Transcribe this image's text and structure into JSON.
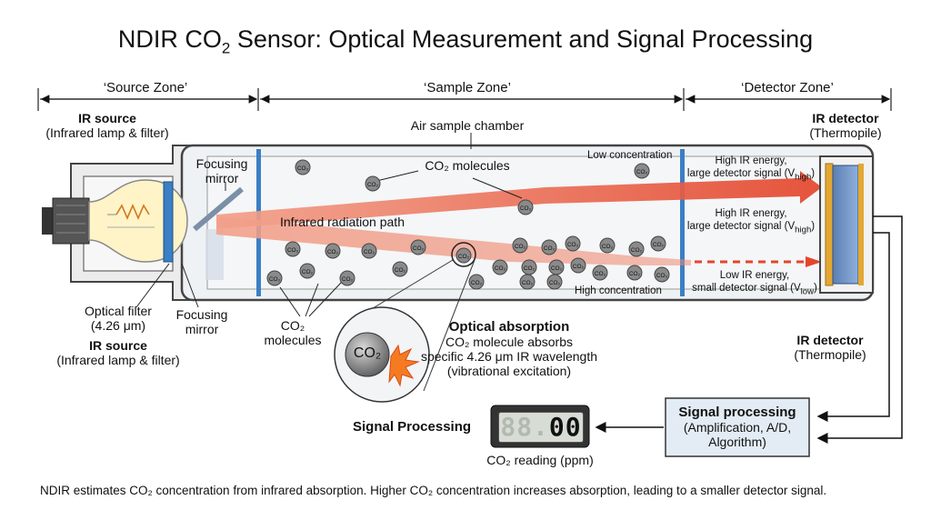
{
  "title_main": "NDIR CO",
  "title_sub": "2",
  "title_rest": " Sensor: Optical Measurement and Signal Processing",
  "zones": {
    "source": "‘Source Zone’",
    "sample": "‘Sample Zone’",
    "detector": "‘Detector Zone’"
  },
  "ir_source_top": {
    "title": "IR source",
    "sub": "(Infrared lamp & filter)"
  },
  "ir_source_bottom": {
    "title": "IR source",
    "sub": "(Infrared lamp & filter)"
  },
  "focusing_mirror_top": "Focusing\nmirror",
  "focusing_mirror_bottom": "Focusing\nmirror",
  "optical_filter": "Optical filter\n(4.26 μm)",
  "air_chamber": "Air sample chamber",
  "co2_molecules_label": "CO₂ molecules",
  "co2_molecules_lower": "CO₂\nmolecules",
  "ir_path": "Infrared radiation path",
  "molecule_text": "CO₂",
  "low_concentration": "Low concentration",
  "high_concentration": "High concentration",
  "energy_high_1": "High IR energy,\nlarge detector signal (V",
  "energy_high_2": "High IR energy,\nlarge detector signal (V",
  "energy_low": "Low IR energy,\nsmall detector signal (V",
  "sub_high": "high",
  "sub_low": "low",
  "ir_detector_top": {
    "title": "IR detector",
    "sub": "(Thermopile)"
  },
  "ir_detector_bottom": {
    "title": "IR detector",
    "sub": "(Thermopile)"
  },
  "optical_absorption": {
    "title": "Optical absorption",
    "text": "CO₂ molecule absorbs\nspecific 4.26 μm IR wavelength\n(vibrational excitation)"
  },
  "zoom_molecule": "CO₂",
  "signal_processing_label": "Signal Processing",
  "display": {
    "ghost": "88.",
    "value": "00"
  },
  "co2_reading": "CO₂ reading (ppm)",
  "signal_box": {
    "title": "Signal processing",
    "text": "(Amplification, A/D,\nAlgorithm)"
  },
  "footnote": "NDIR estimates CO₂ concentration from infrared absorption. Higher CO₂ concentration increases absorption, leading to a smaller detector signal.",
  "colors": {
    "beam": "#e8553b",
    "chamber": "#eef2f5",
    "outline": "#444444",
    "window": "#3b7fc4",
    "box": "#e3ecf4"
  }
}
